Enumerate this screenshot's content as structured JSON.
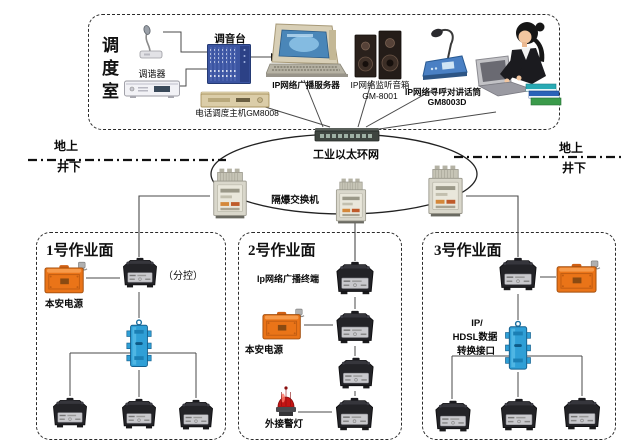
{
  "dispatch_room": {
    "title": "调度室",
    "mixer_label": "调音台",
    "tuner_label": "调谐器",
    "server_label": "IP网络广播服务器",
    "monitor_speaker_label": "IP网络监听音箱",
    "monitor_speaker_model": "GM-8001",
    "paging_mic_label": "IP网络寻呼对讲话筒",
    "paging_mic_model": "GM8003D",
    "phone_host_label": "电话调度主机GM8008"
  },
  "network": {
    "ring_label": "工业以太环网",
    "ex_switch_label": "隔爆交换机",
    "ground_left_above": "地上",
    "ground_left_below": "井下",
    "ground_right_above": "地上",
    "ground_right_below": "井下"
  },
  "workspaces": [
    {
      "title": "1号作业面",
      "power_label": "本安电源",
      "subcontrol_label": "（分控）"
    },
    {
      "title": "2号作业面",
      "terminal_label": "Ip网络广播终端",
      "power_label": "本安电源",
      "warning_label": "外接警灯"
    },
    {
      "title": "3号作业面",
      "converter_line1": "IP/",
      "converter_line2": "HDSL数据",
      "converter_line3": "转换接口"
    }
  ],
  "colors": {
    "power_box_orange": "#ea7418",
    "junction_blue": "#2f9fd6",
    "terminal_black": "#232327",
    "warning_red": "#c41414",
    "mixer_blue": "#3c55a2",
    "wire": "#4a4a4a"
  }
}
